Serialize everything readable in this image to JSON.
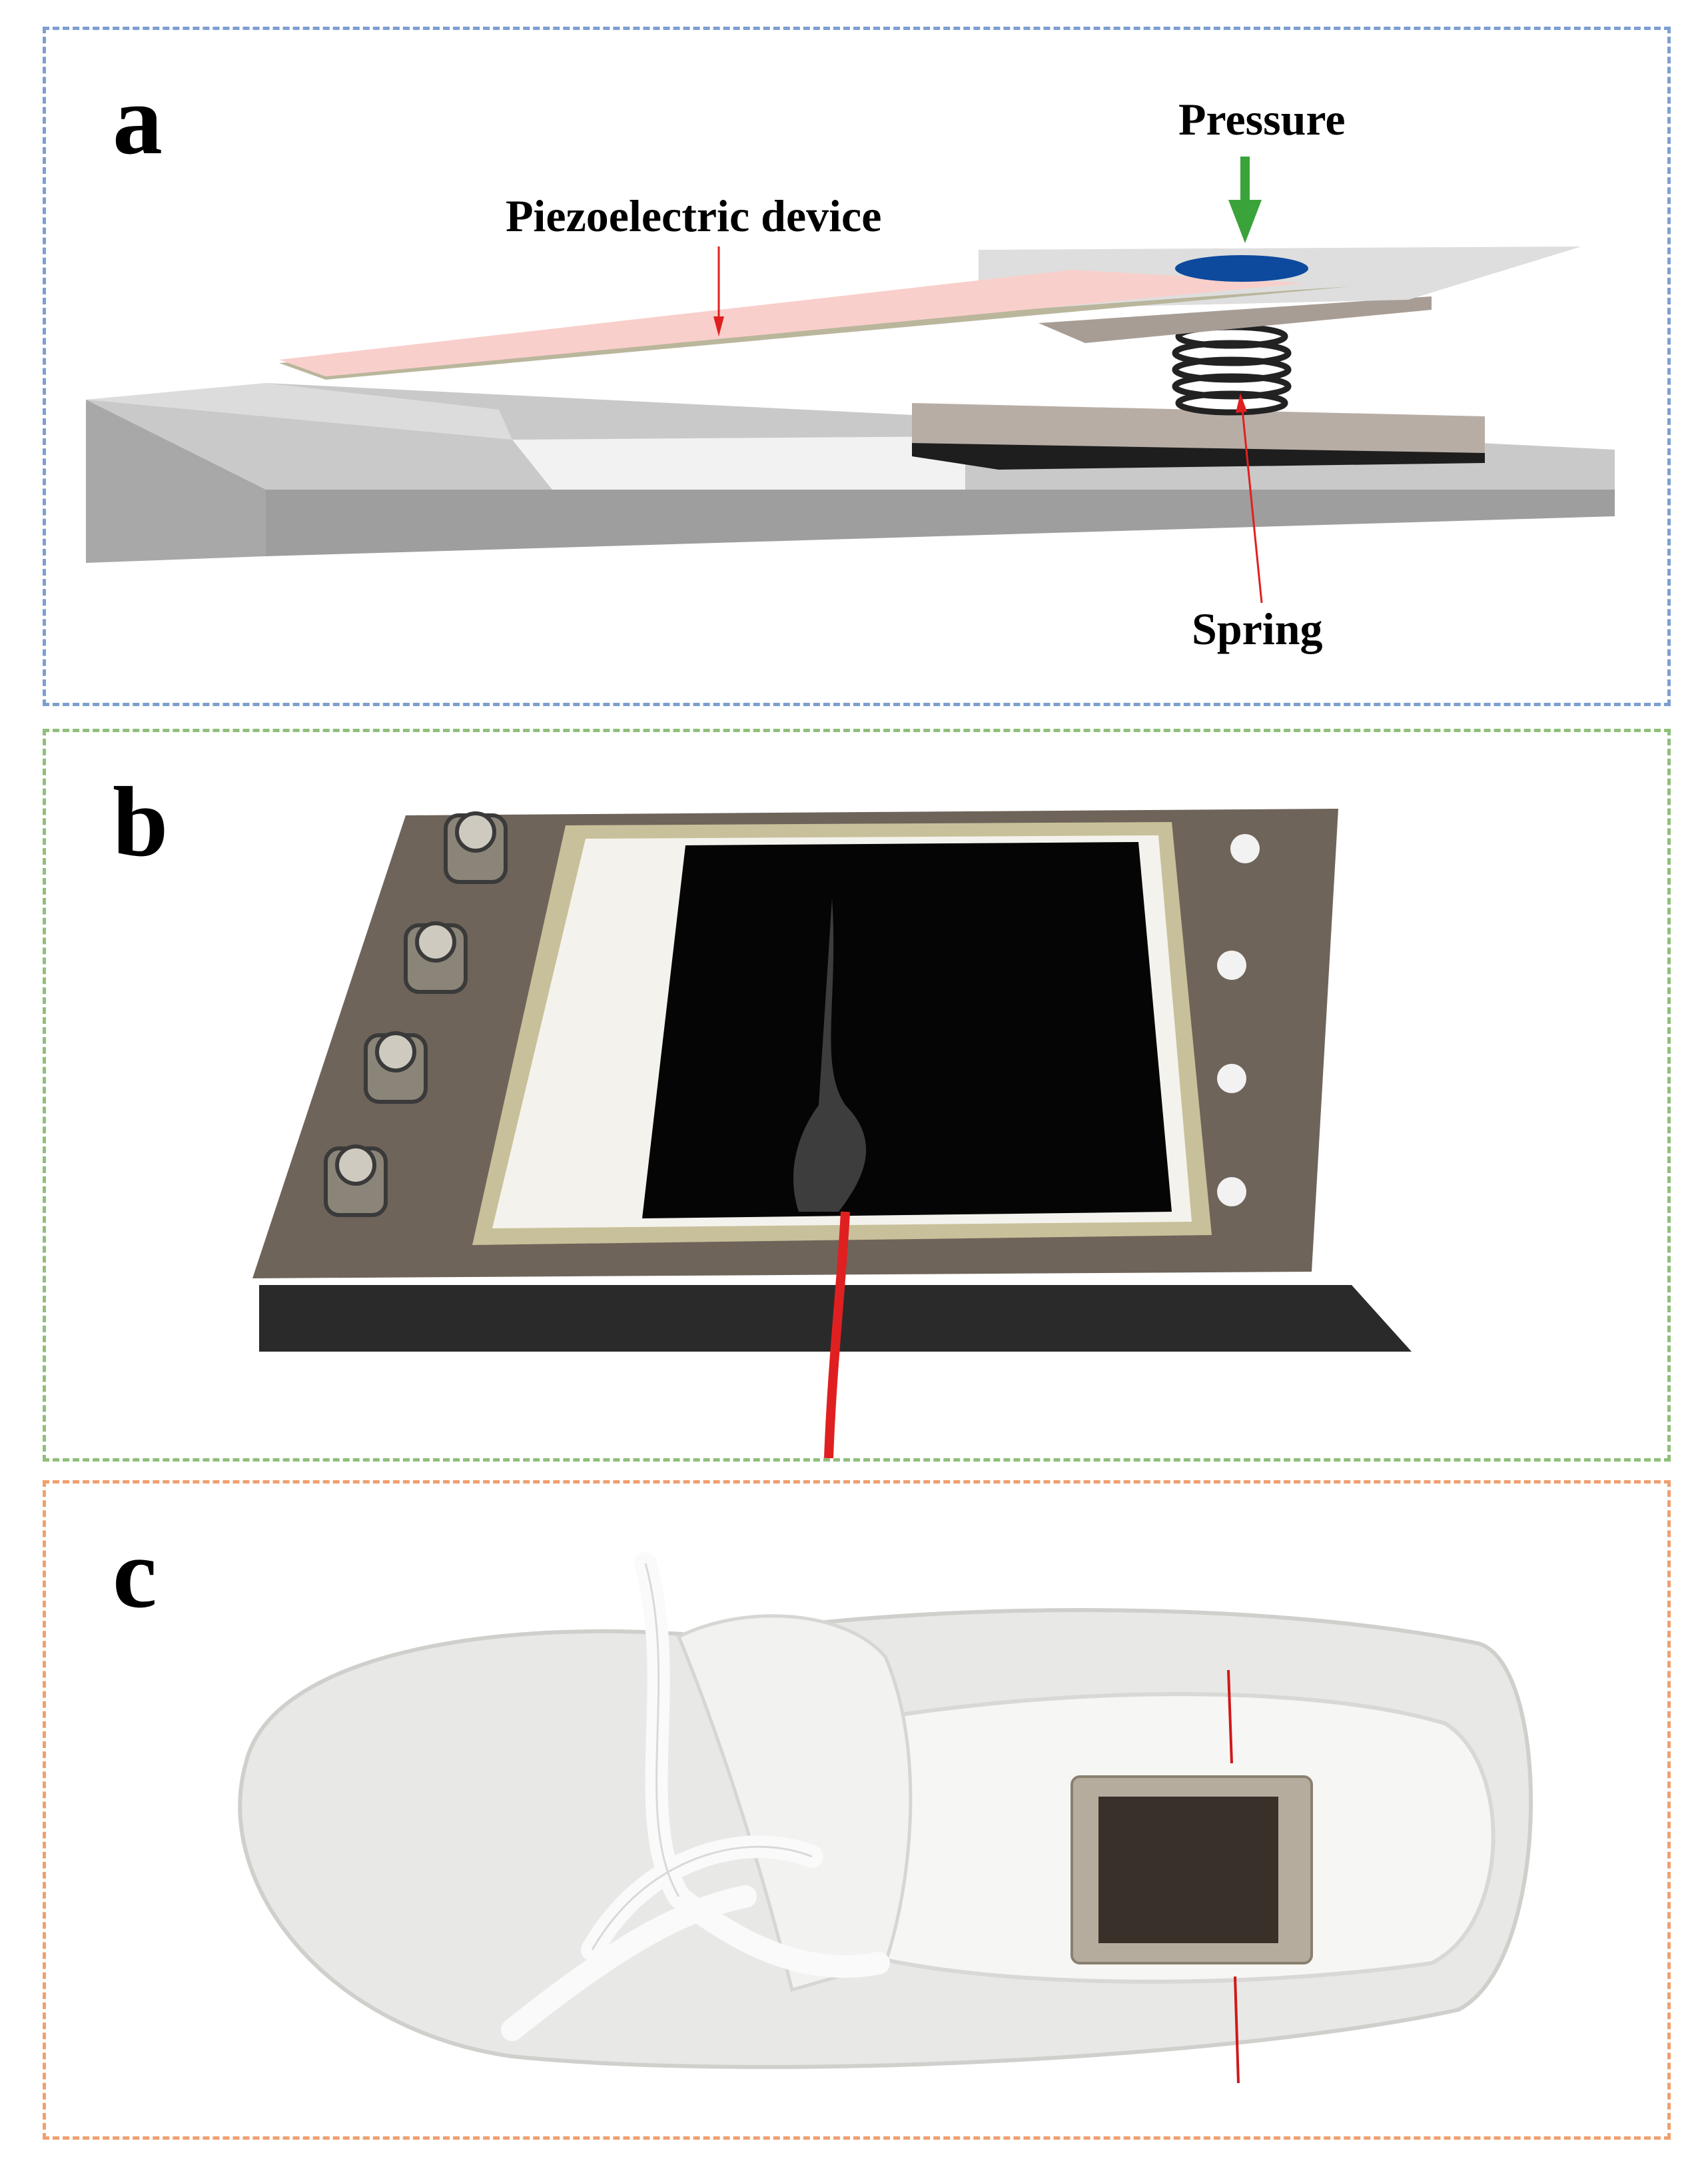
{
  "panels": [
    {
      "letter": "a",
      "frame_color": "#7d9fd0"
    },
    {
      "letter": "b",
      "frame_color": "#8fbf7a"
    },
    {
      "letter": "c",
      "frame_color": "#f0a070"
    }
  ],
  "diagram": {
    "label_pressure": "Pressure",
    "label_piezo": "Piezoelectric  device",
    "label_spring": "Spring",
    "colors": {
      "piezo_film": "#f9cfcb",
      "pressure_arrow": "#3aa33a",
      "pointer_arrow": "#e02020",
      "pressure_pad": "#0d4a9e"
    }
  },
  "icons": [
    "pressure-arrow-icon",
    "pointer-arrow-icon",
    "spring-icon",
    "bolt-icon",
    "wire-icon"
  ]
}
